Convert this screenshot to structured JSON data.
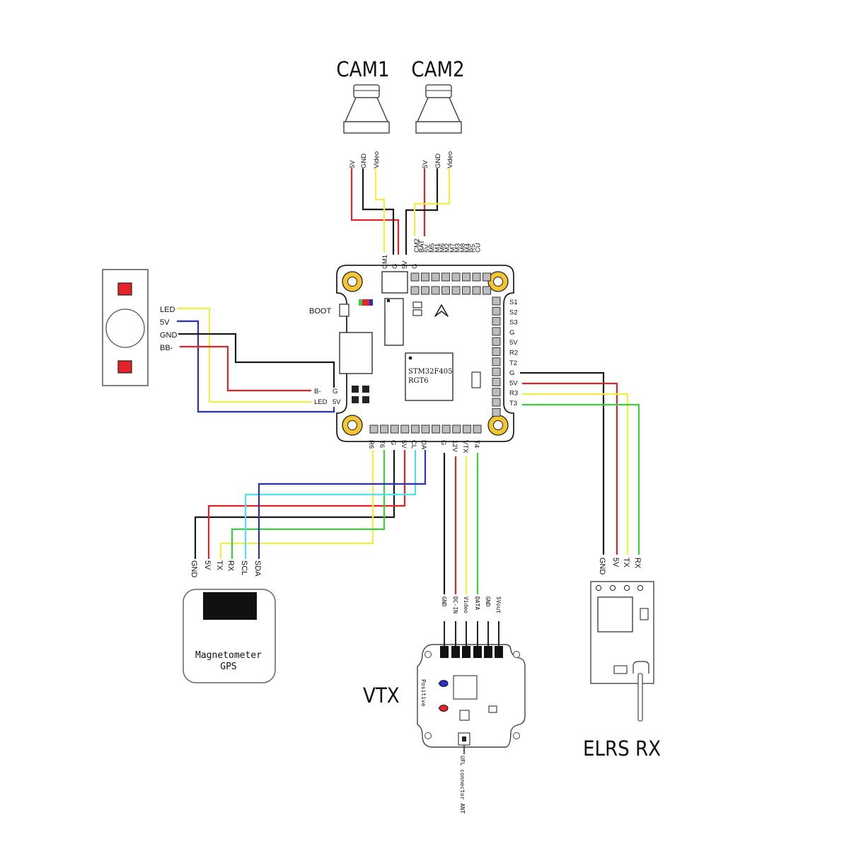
{
  "title_cam1": "CAM1",
  "title_cam2": "CAM2",
  "title_vtx": "VTX",
  "title_elrs": "ELRS RX",
  "cam_pins": [
    "5V",
    "GND",
    "Video"
  ],
  "fc": {
    "chip_line1": "STM32F405",
    "chip_line2": "RGT6",
    "boot": "BOOT",
    "top_left_pins": [
      "CM1",
      "G",
      "5V",
      "G"
    ],
    "top_right_pins": [
      "CM2",
      "BAT",
      "5V",
      "M5",
      "M1",
      "M6",
      "M2",
      "M7",
      "M3",
      "M8",
      "M4",
      "R5",
      "CU"
    ],
    "right_pins": [
      "S1",
      "S2",
      "S3",
      "G",
      "5V",
      "R2",
      "T2",
      "G",
      "5V",
      "R3",
      "T3"
    ],
    "bottom_pins": [
      "R6",
      "T6",
      "G",
      "5V",
      "CL",
      "DA",
      "G",
      "12V",
      "VTX",
      "T4"
    ],
    "side_pins": {
      "b": "B-",
      "g": "G",
      "led": "LED",
      "v": "5V"
    }
  },
  "led_module_pins": [
    "LED",
    "5V",
    "GND",
    "BB-"
  ],
  "gps": {
    "pins": [
      "GND",
      "5V",
      "TX",
      "RX",
      "SCL",
      "SDA"
    ],
    "label1": "Magnetometer",
    "label2": "GPS"
  },
  "vtx": {
    "pins": [
      "GND",
      "DC-IN",
      "Video",
      "DATA",
      "GND",
      "5Vout"
    ],
    "positive": "Positive",
    "antenna": "UFL connector ANT"
  },
  "elrs_pins": [
    "GND",
    "5V",
    "TX",
    "RX"
  ],
  "colors": {
    "red": "#e4242a",
    "black": "#1a1a1a",
    "yellow": "#f3ee3f",
    "blue": "#2b2fc9",
    "green": "#3ecf3e",
    "cyan": "#55dde9",
    "gold": "#f4c533",
    "pad_gray": "#bdbdbd"
  }
}
